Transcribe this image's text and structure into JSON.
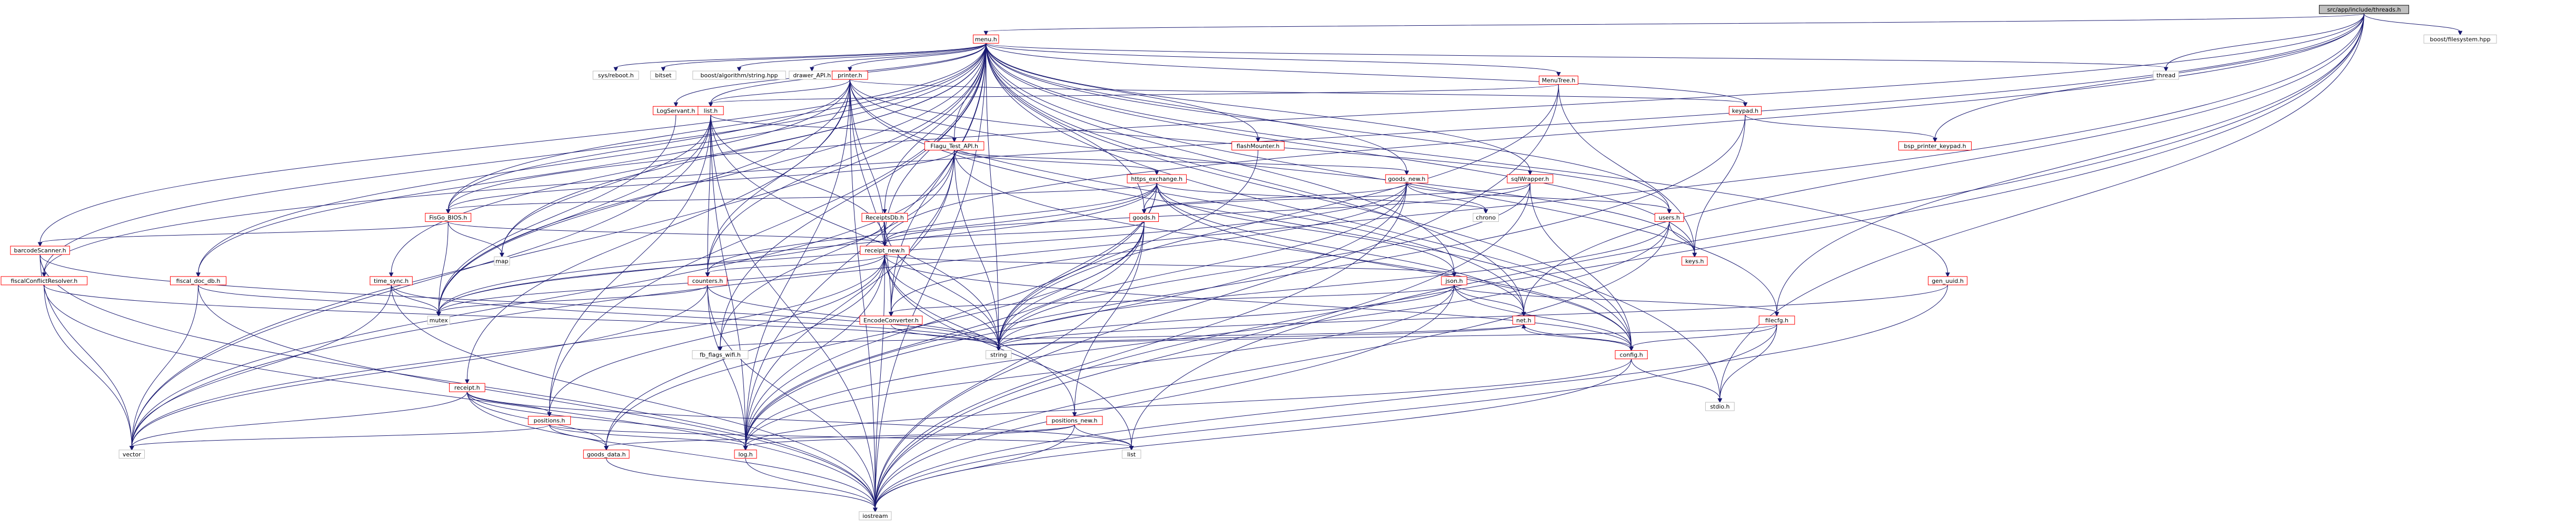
{
  "graph": {
    "root": "src/app/include/threads.h",
    "colors": {
      "root_fill": "#bfbfbf",
      "root_stroke": "#000000",
      "node_fill": "#ffffff",
      "node_stroke_documented": "#ff0000",
      "node_stroke_system": "#bfbfbf",
      "text_color": "#000000",
      "edge_color": "#191970"
    },
    "nodes": [
      {
        "id": "threads",
        "label": "src/app/include/threads.h",
        "kind": "root"
      },
      {
        "id": "menu",
        "label": "menu.h",
        "kind": "doc"
      },
      {
        "id": "boost_fs",
        "label": "boost/filesystem.hpp",
        "kind": "sys"
      },
      {
        "id": "sys_reboot",
        "label": "sys/reboot.h",
        "kind": "sys"
      },
      {
        "id": "bitset",
        "label": "bitset",
        "kind": "sys"
      },
      {
        "id": "boost_algo",
        "label": "boost/algorithm/string.hpp",
        "kind": "sys"
      },
      {
        "id": "drawer",
        "label": "drawer_API.h",
        "kind": "sys"
      },
      {
        "id": "printer",
        "label": "printer.h",
        "kind": "doc"
      },
      {
        "id": "menutree",
        "label": "MenuTree.h",
        "kind": "doc"
      },
      {
        "id": "thread",
        "label": "thread",
        "kind": "sys"
      },
      {
        "id": "logservant",
        "label": "LogServant.h",
        "kind": "doc"
      },
      {
        "id": "list",
        "label": "list.h",
        "kind": "doc"
      },
      {
        "id": "keypad",
        "label": "keypad.h",
        "kind": "doc"
      },
      {
        "id": "bsp",
        "label": "bsp_printer_keypad.h",
        "kind": "doc"
      },
      {
        "id": "flagu",
        "label": "Flagu_Test_API.h",
        "kind": "doc"
      },
      {
        "id": "flashmounter",
        "label": "flashMounter.h",
        "kind": "doc"
      },
      {
        "id": "goods_new",
        "label": "goods_new.h",
        "kind": "doc"
      },
      {
        "id": "sqlwrapper",
        "label": "sqlWrapper.h",
        "kind": "doc"
      },
      {
        "id": "https",
        "label": "https_exchange.h",
        "kind": "doc"
      },
      {
        "id": "receiptsdb",
        "label": "ReceiptsDb.h",
        "kind": "doc"
      },
      {
        "id": "fiscbios",
        "label": "FisGo_BIOS.h",
        "kind": "doc"
      },
      {
        "id": "goods",
        "label": "goods.h",
        "kind": "doc"
      },
      {
        "id": "chrono",
        "label": "chrono",
        "kind": "sys"
      },
      {
        "id": "users",
        "label": "users.h",
        "kind": "doc"
      },
      {
        "id": "barcode",
        "label": "barcodeScanner.h",
        "kind": "doc"
      },
      {
        "id": "map",
        "label": "map",
        "kind": "sys"
      },
      {
        "id": "receipt_new",
        "label": "receipt_new.h",
        "kind": "doc"
      },
      {
        "id": "keys",
        "label": "keys.h",
        "kind": "doc"
      },
      {
        "id": "fiscalconflict",
        "label": "fiscalConflictResolver.h",
        "kind": "doc"
      },
      {
        "id": "fiscal_doc_db",
        "label": "fiscal_doc_db.h",
        "kind": "doc"
      },
      {
        "id": "time_sync",
        "label": "time_sync.h",
        "kind": "doc"
      },
      {
        "id": "counters",
        "label": "counters.h",
        "kind": "doc"
      },
      {
        "id": "json",
        "label": "json.h",
        "kind": "doc"
      },
      {
        "id": "gen_uuid",
        "label": "gen_uuid.h",
        "kind": "doc"
      },
      {
        "id": "mutex",
        "label": "mutex",
        "kind": "sys"
      },
      {
        "id": "encode",
        "label": "EncodeConverter.h",
        "kind": "doc"
      },
      {
        "id": "net",
        "label": "net.h",
        "kind": "doc"
      },
      {
        "id": "filecfg",
        "label": "filecfg.h",
        "kind": "doc"
      },
      {
        "id": "fb_flags",
        "label": "fb_flags_wifi.h",
        "kind": "sys"
      },
      {
        "id": "string",
        "label": "string",
        "kind": "sys"
      },
      {
        "id": "config",
        "label": "config.h",
        "kind": "doc"
      },
      {
        "id": "receipt",
        "label": "receipt.h",
        "kind": "doc"
      },
      {
        "id": "positions",
        "label": "positions.h",
        "kind": "doc"
      },
      {
        "id": "positions_new",
        "label": "positions_new.h",
        "kind": "doc"
      },
      {
        "id": "stdio",
        "label": "stdio.h",
        "kind": "sys"
      },
      {
        "id": "vector",
        "label": "vector",
        "kind": "sys"
      },
      {
        "id": "goods_data",
        "label": "goods_data.h",
        "kind": "doc"
      },
      {
        "id": "log",
        "label": "log.h",
        "kind": "doc"
      },
      {
        "id": "list_std",
        "label": "list",
        "kind": "sys"
      },
      {
        "id": "iostream",
        "label": "iostream",
        "kind": "sys"
      }
    ],
    "edges": [
      [
        "threads",
        "menu"
      ],
      [
        "threads",
        "boost_fs"
      ],
      [
        "threads",
        "thread"
      ],
      [
        "threads",
        "fiscbios"
      ],
      [
        "threads",
        "vector"
      ],
      [
        "threads",
        "bsp"
      ],
      [
        "threads",
        "fiscalconflict"
      ],
      [
        "threads",
        "net"
      ],
      [
        "threads",
        "filecfg"
      ],
      [
        "threads",
        "iostream"
      ],
      [
        "threads",
        "stdio"
      ],
      [
        "threads",
        "list_std"
      ],
      [
        "threads",
        "receipt_new"
      ],
      [
        "menu",
        "sys_reboot"
      ],
      [
        "menu",
        "bitset"
      ],
      [
        "menu",
        "boost_algo"
      ],
      [
        "menu",
        "drawer"
      ],
      [
        "menu",
        "printer"
      ],
      [
        "menu",
        "menutree"
      ],
      [
        "menu",
        "thread"
      ],
      [
        "menu",
        "logservant"
      ],
      [
        "menu",
        "list"
      ],
      [
        "menu",
        "keypad"
      ],
      [
        "menu",
        "flagu"
      ],
      [
        "menu",
        "flashmounter"
      ],
      [
        "menu",
        "goods_new"
      ],
      [
        "menu",
        "sqlwrapper"
      ],
      [
        "menu",
        "receiptsdb"
      ],
      [
        "menu",
        "fiscbios"
      ],
      [
        "menu",
        "goods"
      ],
      [
        "menu",
        "users"
      ],
      [
        "menu",
        "barcode"
      ],
      [
        "menu",
        "receipt_new"
      ],
      [
        "menu",
        "keys"
      ],
      [
        "menu",
        "fiscalconflict"
      ],
      [
        "menu",
        "fiscal_doc_db"
      ],
      [
        "menu",
        "time_sync"
      ],
      [
        "menu",
        "counters"
      ],
      [
        "menu",
        "json"
      ],
      [
        "menu",
        "gen_uuid"
      ],
      [
        "menu",
        "mutex"
      ],
      [
        "menu",
        "encode"
      ],
      [
        "menu",
        "net"
      ],
      [
        "menu",
        "filecfg"
      ],
      [
        "menu",
        "string"
      ],
      [
        "menu",
        "config"
      ],
      [
        "menu",
        "positions"
      ],
      [
        "menu",
        "stdio"
      ],
      [
        "menu",
        "vector"
      ],
      [
        "menu",
        "log"
      ],
      [
        "menu",
        "iostream"
      ],
      [
        "menu",
        "fb_flags"
      ],
      [
        "menu",
        "map"
      ],
      [
        "printer",
        "list"
      ],
      [
        "printer",
        "keypad"
      ],
      [
        "printer",
        "fiscbios"
      ],
      [
        "printer",
        "receipt_new"
      ],
      [
        "printer",
        "users"
      ],
      [
        "printer",
        "fiscal_doc_db"
      ],
      [
        "printer",
        "counters"
      ],
      [
        "printer",
        "encode"
      ],
      [
        "printer",
        "config"
      ],
      [
        "printer",
        "receipt"
      ],
      [
        "printer",
        "log"
      ],
      [
        "printer",
        "iostream"
      ],
      [
        "printer",
        "keys"
      ],
      [
        "printer",
        "mutex"
      ],
      [
        "printer",
        "net"
      ],
      [
        "menutree",
        "list"
      ],
      [
        "menutree",
        "keys"
      ],
      [
        "menutree",
        "iostream"
      ],
      [
        "menutree",
        "string"
      ],
      [
        "logservant",
        "mutex"
      ],
      [
        "list",
        "flagu"
      ],
      [
        "list",
        "receipt_new"
      ],
      [
        "list",
        "counters"
      ],
      [
        "list",
        "map"
      ],
      [
        "list",
        "mutex"
      ],
      [
        "list",
        "positions"
      ],
      [
        "list",
        "log"
      ],
      [
        "list",
        "iostream"
      ],
      [
        "list",
        "vector"
      ],
      [
        "list",
        "string"
      ],
      [
        "keypad",
        "bsp"
      ],
      [
        "keypad",
        "keys"
      ],
      [
        "keypad",
        "log"
      ],
      [
        "flagu",
        "https"
      ],
      [
        "flagu",
        "goods_new"
      ],
      [
        "flagu",
        "fiscbios"
      ],
      [
        "flagu",
        "encode"
      ],
      [
        "flagu",
        "config"
      ],
      [
        "flagu",
        "vector"
      ],
      [
        "flagu",
        "string"
      ],
      [
        "flagu",
        "fb_flags"
      ],
      [
        "flagu",
        "log"
      ],
      [
        "flashmounter",
        "string"
      ],
      [
        "goods_new",
        "goods"
      ],
      [
        "goods_new",
        "chrono"
      ],
      [
        "goods_new",
        "users"
      ],
      [
        "goods_new",
        "encode"
      ],
      [
        "goods_new",
        "string"
      ],
      [
        "goods_new",
        "mutex"
      ],
      [
        "goods_new",
        "iostream"
      ],
      [
        "goods_new",
        "log"
      ],
      [
        "sqlwrapper",
        "goods"
      ],
      [
        "sqlwrapper",
        "receipt_new"
      ],
      [
        "sqlwrapper",
        "string"
      ],
      [
        "sqlwrapper",
        "config"
      ],
      [
        "sqlwrapper",
        "iostream"
      ],
      [
        "https",
        "fiscbios"
      ],
      [
        "https",
        "goods"
      ],
      [
        "https",
        "receipt_new"
      ],
      [
        "https",
        "counters"
      ],
      [
        "https",
        "json"
      ],
      [
        "https",
        "config"
      ],
      [
        "https",
        "mutex"
      ],
      [
        "https",
        "string"
      ],
      [
        "https",
        "log"
      ],
      [
        "https",
        "chrono"
      ],
      [
        "https",
        "net"
      ],
      [
        "receiptsdb",
        "receipt_new"
      ],
      [
        "receiptsdb",
        "string"
      ],
      [
        "receiptsdb",
        "mutex"
      ],
      [
        "fiscbios",
        "barcode"
      ],
      [
        "fiscbios",
        "map"
      ],
      [
        "fiscbios",
        "receipt_new"
      ],
      [
        "fiscbios",
        "mutex"
      ],
      [
        "goods",
        "receipt_new"
      ],
      [
        "goods",
        "positions_new"
      ],
      [
        "goods",
        "goods_data"
      ],
      [
        "goods",
        "log"
      ],
      [
        "goods",
        "string"
      ],
      [
        "goods",
        "iostream"
      ],
      [
        "users",
        "keys"
      ],
      [
        "users",
        "string"
      ],
      [
        "users",
        "log"
      ],
      [
        "users",
        "iostream"
      ],
      [
        "barcode",
        "fiscalconflict"
      ],
      [
        "barcode",
        "vector"
      ],
      [
        "barcode",
        "iostream"
      ],
      [
        "barcode",
        "string"
      ],
      [
        "receipt_new",
        "json"
      ],
      [
        "receipt_new",
        "counters"
      ],
      [
        "receipt_new",
        "positions"
      ],
      [
        "receipt_new",
        "positions_new"
      ],
      [
        "receipt_new",
        "goods_data"
      ],
      [
        "receipt_new",
        "log"
      ],
      [
        "receipt_new",
        "vector"
      ],
      [
        "receipt_new",
        "list_std"
      ],
      [
        "receipt_new",
        "string"
      ],
      [
        "receipt_new",
        "mutex"
      ],
      [
        "receipt_new",
        "config"
      ],
      [
        "receipt_new",
        "iostream"
      ],
      [
        "fiscalconflict",
        "vector"
      ],
      [
        "fiscalconflict",
        "string"
      ],
      [
        "fiscalconflict",
        "iostream"
      ],
      [
        "fiscal_doc_db",
        "mutex"
      ],
      [
        "fiscal_doc_db",
        "vector"
      ],
      [
        "fiscal_doc_db",
        "iostream"
      ],
      [
        "time_sync",
        "mutex"
      ],
      [
        "time_sync",
        "vector"
      ],
      [
        "time_sync",
        "iostream"
      ],
      [
        "time_sync",
        "string"
      ],
      [
        "counters",
        "mutex"
      ],
      [
        "counters",
        "string"
      ],
      [
        "counters",
        "log"
      ],
      [
        "counters",
        "vector"
      ],
      [
        "counters",
        "iostream"
      ],
      [
        "json",
        "net"
      ],
      [
        "json",
        "filecfg"
      ],
      [
        "json",
        "encode"
      ],
      [
        "json",
        "string"
      ],
      [
        "json",
        "iostream"
      ],
      [
        "json",
        "config"
      ],
      [
        "json",
        "log"
      ],
      [
        "gen_uuid",
        "string"
      ],
      [
        "gen_uuid",
        "iostream"
      ],
      [
        "encode",
        "string"
      ],
      [
        "net",
        "config"
      ],
      [
        "net",
        "fb_flags"
      ],
      [
        "net",
        "string"
      ],
      [
        "filecfg",
        "config"
      ],
      [
        "filecfg",
        "stdio"
      ],
      [
        "filecfg",
        "iostream"
      ],
      [
        "filecfg",
        "string"
      ],
      [
        "config",
        "net"
      ],
      [
        "config",
        "stdio"
      ],
      [
        "config",
        "log"
      ],
      [
        "config",
        "iostream"
      ],
      [
        "receipt",
        "positions"
      ],
      [
        "receipt",
        "goods_data"
      ],
      [
        "receipt",
        "log"
      ],
      [
        "receipt",
        "vector"
      ],
      [
        "receipt",
        "list_std"
      ],
      [
        "receipt",
        "iostream"
      ],
      [
        "positions",
        "goods_data"
      ],
      [
        "positions",
        "vector"
      ],
      [
        "positions",
        "log"
      ],
      [
        "positions",
        "list_std"
      ],
      [
        "positions_new",
        "goods_data"
      ],
      [
        "positions_new",
        "log"
      ],
      [
        "positions_new",
        "list_std"
      ],
      [
        "positions_new",
        "iostream"
      ],
      [
        "goods_data",
        "iostream"
      ],
      [
        "log",
        "iostream"
      ]
    ]
  }
}
